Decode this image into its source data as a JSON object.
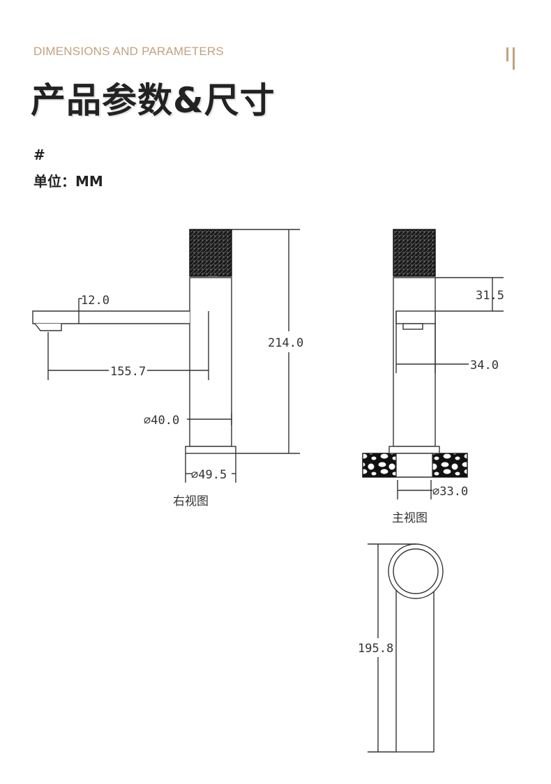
{
  "header": {
    "eyebrow": "DIMENSIONS AND PARAMETERS",
    "title": "产品参数&尺寸",
    "note_hash": "#",
    "unit_label": "单位：MM"
  },
  "colors": {
    "accent": "#c2a27e",
    "title": "#222222",
    "line": "#333333"
  },
  "side_view": {
    "caption": "右视图",
    "dim_spout_drop": "12.0",
    "dim_spout_reach": "155.7",
    "dim_height": "214.0",
    "dim_body_dia": "⌀40.0",
    "dim_base_dia": "⌀49.5"
  },
  "front_view": {
    "caption": "主视图",
    "dim_outlet_offset": "31.5",
    "dim_outlet_width": "34.0",
    "dim_stem_dia": "⌀33.0"
  },
  "top_view": {
    "dim_length": "195.8"
  }
}
